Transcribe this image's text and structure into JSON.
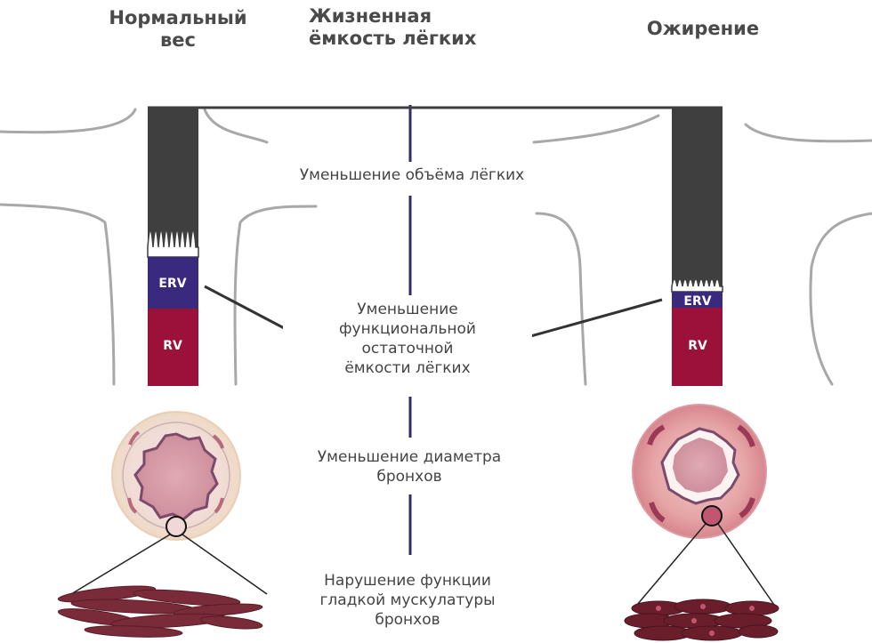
{
  "headers": {
    "normal_weight": "Нормальный\nвес",
    "vital_capacity": "Жизненная\nёмкость лёгких",
    "obesity": "Ожирение"
  },
  "labels": {
    "lung_volume": "Уменьшение объёма лёгких",
    "frc": "Уменьшение\nфункциональной\nостаточной\nёмкости лёгких",
    "bronchi": "Уменьшение диаметра\nбронхов",
    "smooth_muscle": "Нарушение функции\nгладкой мускулатуры\nбронхов"
  },
  "bars": {
    "erv_label": "ERV",
    "rv_label": "RV",
    "normal": {
      "erv": "ERV",
      "rv": "RV"
    },
    "obese": {
      "erv": "ERV",
      "rv": "RV"
    }
  },
  "colors": {
    "vital_capacity_bar": "#3f3f3f",
    "erv": "#3a2a7e",
    "rv": "#9b1139",
    "center_axis": "#2e2d6a",
    "body_outline": "#a8a8a8",
    "bronchus_tissue": "#d59aa6",
    "muscle_cells": "#7a2b3a"
  }
}
